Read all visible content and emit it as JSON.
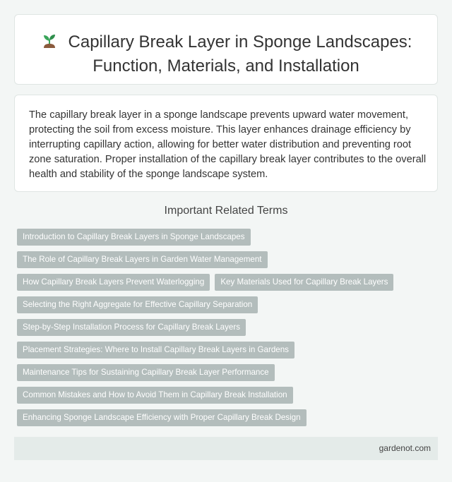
{
  "header": {
    "icon": "seedling-icon",
    "title_line1": "Capillary Break Layer in Sponge Landscapes:",
    "title_line2": "Function, Materials, and Installation"
  },
  "summary": {
    "text": "The capillary break layer in a sponge landscape prevents upward water movement, protecting the soil from excess moisture. This layer enhances drainage efficiency by interrupting capillary action, allowing for better water distribution and preventing root zone saturation. Proper installation of the capillary break layer contributes to the overall health and stability of the sponge landscape system."
  },
  "related": {
    "heading": "Important Related Terms",
    "tags": [
      "Introduction to Capillary Break Layers in Sponge Landscapes",
      "The Role of Capillary Break Layers in Garden Water Management",
      "How Capillary Break Layers Prevent Waterlogging",
      "Key Materials Used for Capillary Break Layers",
      "Selecting the Right Aggregate for Effective Capillary Separation",
      "Step-by-Step Installation Process for Capillary Break Layers",
      "Placement Strategies: Where to Install Capillary Break Layers in Gardens",
      "Maintenance Tips for Sustaining Capillary Break Layer Performance",
      "Common Mistakes and How to Avoid Them in Capillary Break Installation",
      "Enhancing Sponge Landscape Efficiency with Proper Capillary Break Design"
    ]
  },
  "footer": {
    "site": "gardenot.com"
  },
  "colors": {
    "tag_bg": "#b3bdbc",
    "page_bg": "#f3f6f5",
    "footer_bg": "#e4ebe9"
  }
}
